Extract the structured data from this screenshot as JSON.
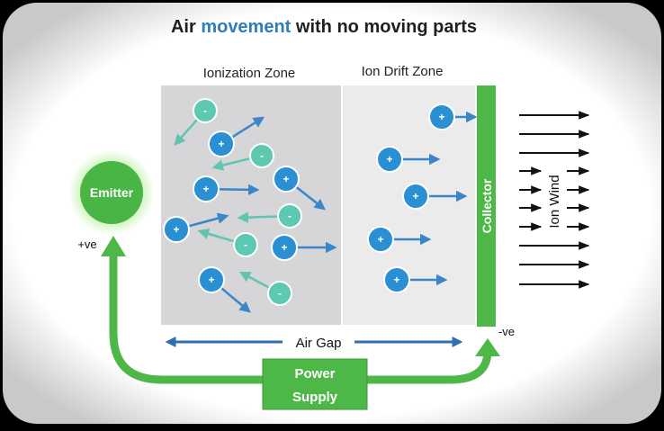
{
  "title": {
    "part1": "Air ",
    "highlight": "movement",
    "part2": " with no moving parts"
  },
  "zones": {
    "ionization": "Ionization Zone",
    "drift": "Ion Drift Zone"
  },
  "emitter": {
    "label": "Emitter",
    "polarity": "+ve"
  },
  "collector": {
    "label": "Collector",
    "polarity": "-ve"
  },
  "wind_label": "Ion Wind",
  "air_gap_label": "Air Gap",
  "power_supply": {
    "line1": "Power",
    "line2": "Supply"
  },
  "ion_signs": {
    "positive": "+",
    "negative": "-"
  },
  "colors": {
    "title_dark": "#1f1f1f",
    "title_accent": "#2e7db8",
    "green": "#4db848",
    "green_dark": "#2f8a2c",
    "positive_ion": "#2a8fd3",
    "negative_ion": "#5cc9b0",
    "arrow_blue": "#3a86c8",
    "arrow_teal": "#62c4b0",
    "ionization_bg": "#d6d6d8",
    "drift_bg": "#ebebec"
  }
}
